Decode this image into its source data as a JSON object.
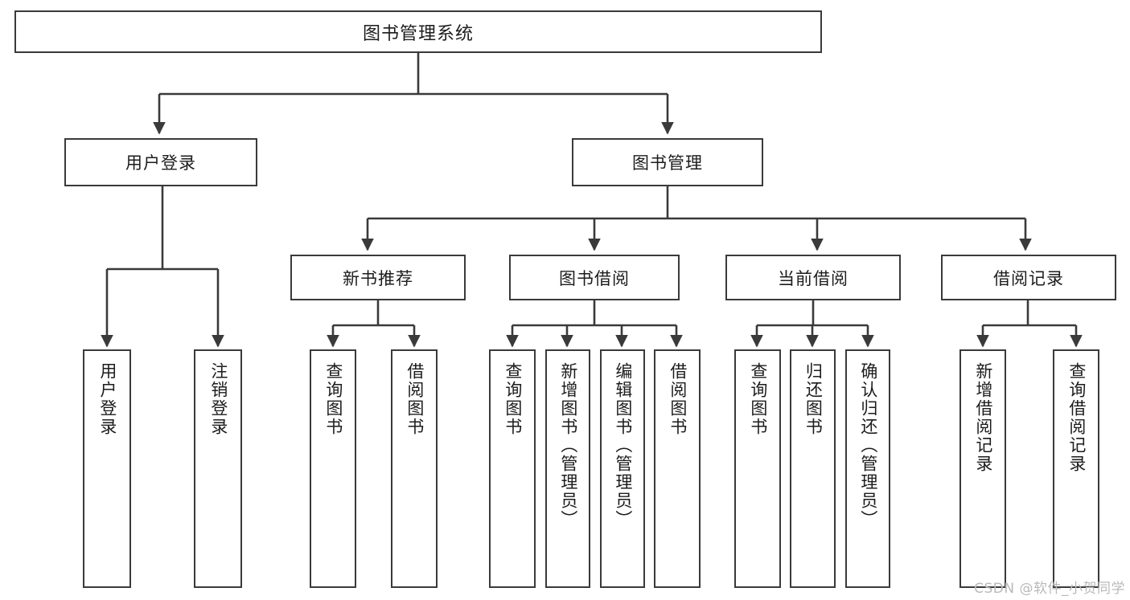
{
  "diagram": {
    "type": "tree",
    "title": "图书管理系统",
    "root": {
      "label": "图书管理系统"
    },
    "level1": [
      {
        "label": "用户登录"
      },
      {
        "label": "图书管理"
      }
    ],
    "level2": [
      {
        "label": "新书推荐"
      },
      {
        "label": "图书借阅"
      },
      {
        "label": "当前借阅"
      },
      {
        "label": "借阅记录"
      }
    ],
    "leaves": {
      "user_login": [
        {
          "label": "用户登录"
        },
        {
          "label": "注销登录"
        }
      ],
      "new_book_recommend": [
        {
          "label": "查询图书"
        },
        {
          "label": "借阅图书"
        }
      ],
      "book_borrow": [
        {
          "label": "查询图书"
        },
        {
          "label": "新增图书（管理员）"
        },
        {
          "label": "编辑图书（管理员）"
        },
        {
          "label": "借阅图书"
        }
      ],
      "current_borrow": [
        {
          "label": "查询图书"
        },
        {
          "label": "归还图书"
        },
        {
          "label": "确认归还（管理员）"
        }
      ],
      "borrow_record": [
        {
          "label": "新增借阅记录"
        },
        {
          "label": "查询借阅记录"
        }
      ]
    }
  },
  "watermark": {
    "text": "CSDN @软件_小贺同学"
  },
  "colors": {
    "box_border": "#3a3a3a",
    "box_fill": "#ffffff",
    "connector": "#3a3a3a",
    "text": "#1c1c1c",
    "watermark": "#b9b9b9",
    "background": "#ffffff"
  }
}
